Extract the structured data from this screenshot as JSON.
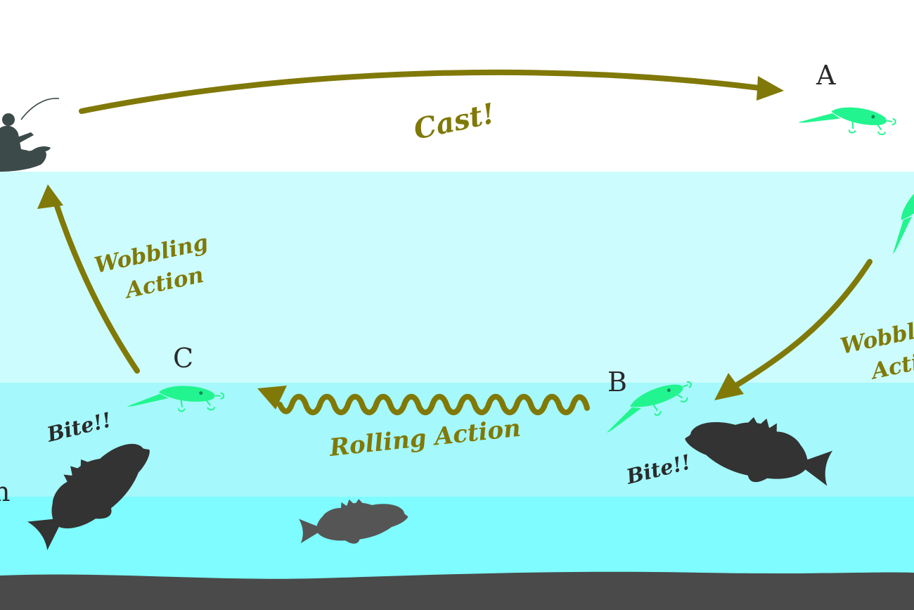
{
  "labels": {
    "point_a": "A",
    "point_b": "B",
    "point_c": "C",
    "cast": "Cast!",
    "wobbling_left_1": "Wobbling",
    "wobbling_left_2": "Action",
    "wobbling_right_1": "Wobbling",
    "wobbling_right_2": "Action",
    "rolling": "Rolling Action",
    "bite_left": "Bite!!",
    "bite_right": "Bite!!",
    "edge_letter": "n"
  },
  "colors": {
    "sky": "#ffffff",
    "water_band_1": "#ccfcfd",
    "water_band_2": "#a5f8fb",
    "water_band_3": "#7efcff",
    "lake_bottom": "#4a4a4a",
    "arrow": "#807908",
    "lure": "#22f58f",
    "bass_dark": "#333333",
    "bass_mid": "#555555",
    "angler": "#3c4a4a",
    "bite_text": "#2a2a2a"
  }
}
